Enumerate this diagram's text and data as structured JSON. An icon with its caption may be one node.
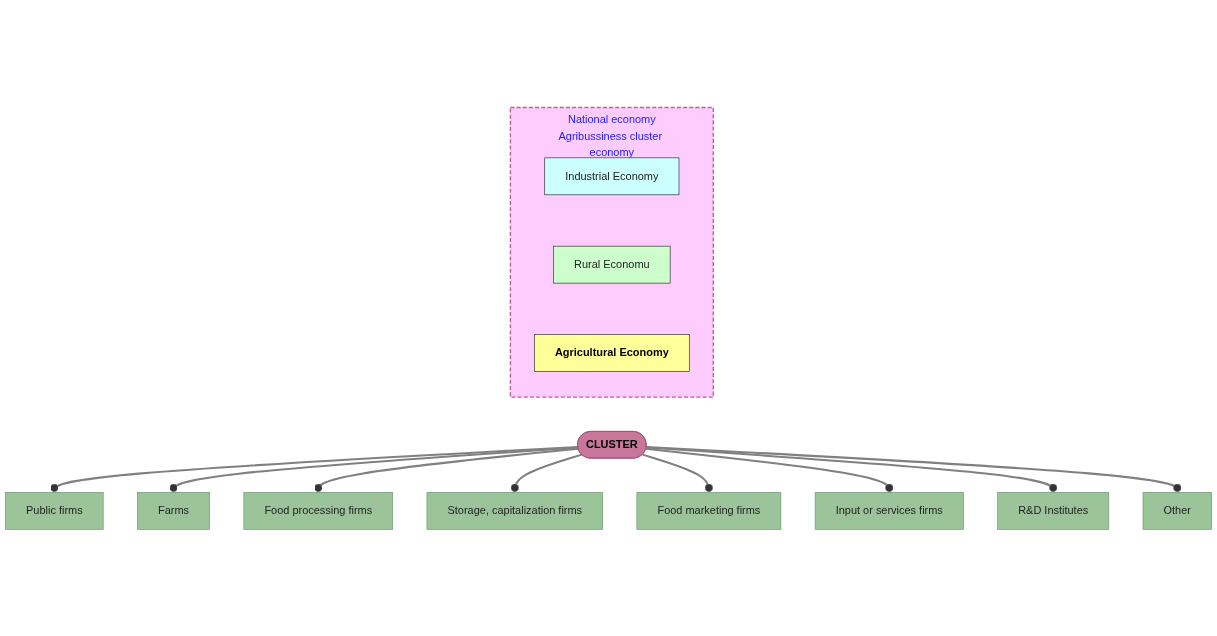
{
  "diagram": {
    "nodes": [
      {
        "text": [
          "National economy",
          "Agribussiness cluster economy"
        ]
      },
      {
        "text": [
          "Industrial Economy"
        ],
        "in": 0
      },
      {
        "text": [
          "Rural Economu"
        ],
        "in": 0
      },
      {
        "text": [
          "Agricultural Economy"
        ],
        "in": 0
      },
      {
        "text": [
          "CLUSTER"
        ]
      },
      {
        "text": [
          "Public firms"
        ]
      },
      {
        "text": [
          "Farms"
        ]
      },
      {
        "text": [
          "Food processing firms"
        ]
      },
      {
        "text": [
          "Storage, capitalization firms"
        ]
      },
      {
        "text": [
          "Food marketing firms"
        ]
      },
      {
        "text": [
          "Input or services firms"
        ]
      },
      {
        "text": [
          "R&D Institutes"
        ]
      },
      {
        "text": [
          "Other"
        ]
      }
    ],
    "edges": [
      {
        "from": 4,
        "to": 5,
        "arrow": "other"
      },
      {
        "from": 4,
        "to": 6,
        "arrow": "other"
      },
      {
        "from": 4,
        "to": 7,
        "arrow": "other"
      },
      {
        "from": 4,
        "to": 8,
        "arrow": "other"
      },
      {
        "from": 4,
        "to": 9,
        "arrow": "other"
      },
      {
        "from": 4,
        "to": 10,
        "arrow": "other"
      },
      {
        "from": 4,
        "to": 11,
        "arrow": "other"
      },
      {
        "from": 4,
        "to": 12,
        "arrow": "other"
      }
    ]
  }
}
